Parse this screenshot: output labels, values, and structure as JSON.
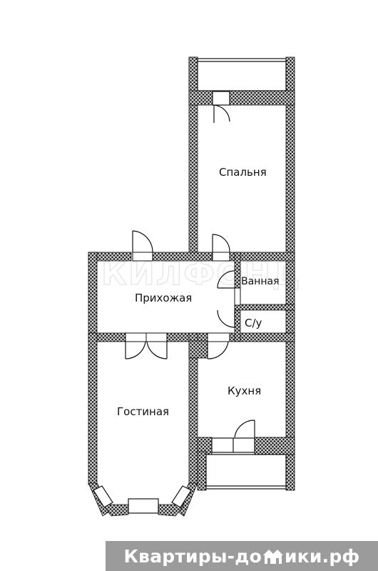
{
  "rooms": {
    "bedroom": "Спальня",
    "hallway": "Прихожая",
    "bathroom": "Ванная",
    "toilet": "С/у",
    "kitchen": "Кухня",
    "living_room": "Гостиная"
  },
  "watermark": "КИЛФОНД",
  "banner": {
    "text_before": "Квартиры-до",
    "text_after": "ики.рф",
    "logo_icon": "houses-icon",
    "background_color": "#9b9b9b"
  },
  "colors": {
    "wall_fill": "#222222",
    "wall_pattern_line": "#ffffff",
    "window_frame": "#111111"
  }
}
